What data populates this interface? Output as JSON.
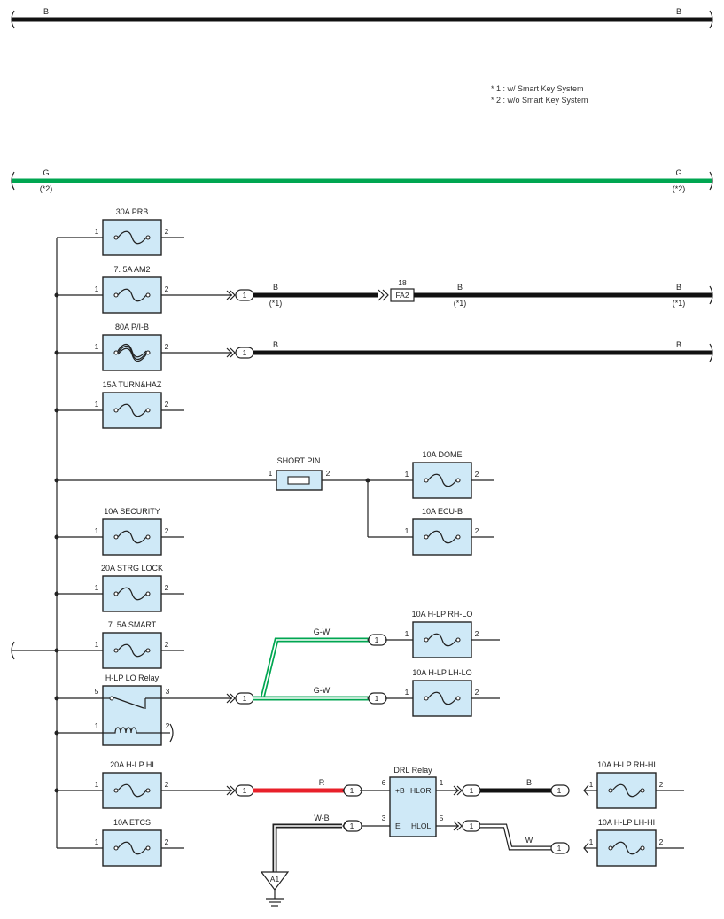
{
  "top_wires": [
    {
      "id": "b",
      "left_label": "B",
      "right_label": "B",
      "left_note": "",
      "right_note": "",
      "color": "#111111"
    },
    {
      "id": "g",
      "left_label": "G",
      "right_label": "G",
      "left_note": "(*2)",
      "right_note": "(*2)",
      "color": "#00a651"
    }
  ],
  "notes": [
    "* 1 : w/ Smart Key System",
    "* 2 : w/o Smart Key System"
  ],
  "fuses": [
    {
      "id": "prb",
      "label": "30A PRB",
      "pin_in": "1",
      "pin_out": "2"
    },
    {
      "id": "am2",
      "label": "7. 5A AM2",
      "pin_in": "1",
      "pin_out": "2"
    },
    {
      "id": "pib",
      "label": "80A P/I-B",
      "pin_in": "1",
      "pin_out": "2"
    },
    {
      "id": "turnhaz",
      "label": "15A TURN&HAZ",
      "pin_in": "1",
      "pin_out": "2"
    },
    {
      "id": "shortpin",
      "label": "SHORT PIN",
      "pin_in": "1",
      "pin_out": "2"
    },
    {
      "id": "dome",
      "label": "10A DOME",
      "pin_in": "1",
      "pin_out": "2"
    },
    {
      "id": "ecub",
      "label": "10A ECU-B",
      "pin_in": "1",
      "pin_out": "2"
    },
    {
      "id": "security",
      "label": "10A SECURITY",
      "pin_in": "1",
      "pin_out": "2"
    },
    {
      "id": "strglock",
      "label": "20A STRG LOCK",
      "pin_in": "1",
      "pin_out": "2"
    },
    {
      "id": "smart",
      "label": "7. 5A SMART",
      "pin_in": "1",
      "pin_out": "2"
    },
    {
      "id": "rhlo",
      "label": "10A H-LP RH-LO",
      "pin_in": "1",
      "pin_out": "2"
    },
    {
      "id": "lhlo",
      "label": "10A H-LP LH-LO",
      "pin_in": "1",
      "pin_out": "2"
    },
    {
      "id": "hlphi",
      "label": "20A H-LP HI",
      "pin_in": "1",
      "pin_out": "2"
    },
    {
      "id": "etcs",
      "label": "10A ETCS",
      "pin_in": "1",
      "pin_out": "2"
    },
    {
      "id": "rhhi",
      "label": "10A H-LP RH-HI",
      "pin_in": "1",
      "pin_out": "2"
    },
    {
      "id": "lhhi",
      "label": "10A H-LP LH-HI",
      "pin_in": "1",
      "pin_out": "2"
    }
  ],
  "relays": {
    "hlp_lo": {
      "label": "H-LP LO Relay",
      "pins": [
        "5",
        "3",
        "1",
        "2"
      ]
    },
    "drl": {
      "label": "DRL Relay",
      "terminals": [
        "+B",
        "HLOR",
        "E",
        "HLOL"
      ],
      "pins": [
        "6",
        "1",
        "3",
        "5"
      ]
    }
  },
  "wires": {
    "am2_out": {
      "label": "B",
      "note": "(*1)",
      "color": "#111111"
    },
    "am2_far": {
      "label": "B",
      "note": "(*1)",
      "color": "#111111"
    },
    "am2_end": {
      "label": "B",
      "note": "(*1)"
    },
    "pib_out": {
      "label": "B",
      "end_label": "B",
      "color": "#111111"
    },
    "gw_rh": {
      "label": "G-W",
      "color": "#00a651"
    },
    "gw_lh": {
      "label": "G-W",
      "color": "#00a651"
    },
    "red": {
      "label": "R",
      "color": "#e8202a"
    },
    "wb": {
      "label": "W-B"
    },
    "drl_b": {
      "label": "B",
      "color": "#111111"
    },
    "drl_w": {
      "label": "W"
    }
  },
  "connector": {
    "pin": "18",
    "label": "FA2"
  },
  "connector_pin": "1",
  "ground": {
    "label": "A1"
  }
}
